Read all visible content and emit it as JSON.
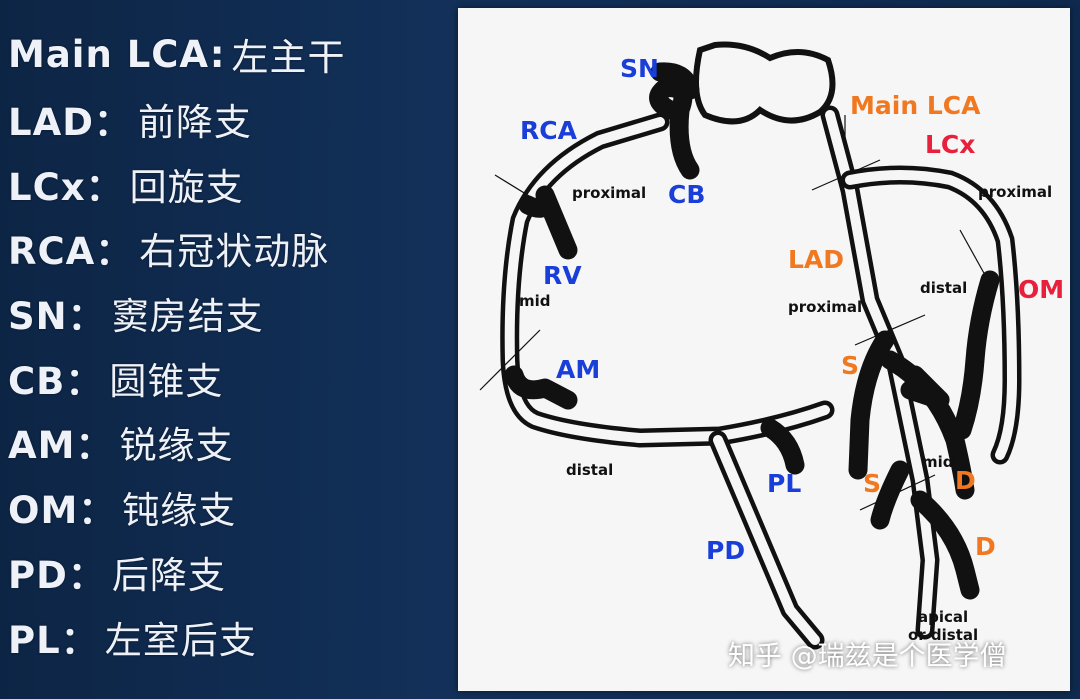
{
  "glossary": [
    {
      "abbr": "Main LCA:",
      "zh": "左主干"
    },
    {
      "abbr": "LAD：",
      "zh": "前降支"
    },
    {
      "abbr": "LCx：",
      "zh": "回旋支"
    },
    {
      "abbr": "RCA：",
      "zh": "右冠状动脉"
    },
    {
      "abbr": "SN：",
      "zh": "窦房结支"
    },
    {
      "abbr": "CB：",
      "zh": "圆锥支"
    },
    {
      "abbr": "AM：",
      "zh": "锐缘支"
    },
    {
      "abbr": "OM：",
      "zh": "钝缘支"
    },
    {
      "abbr": "PD：",
      "zh": "后降支"
    },
    {
      "abbr": "PL：",
      "zh": "左室后支"
    }
  ],
  "diagram": {
    "labels": {
      "sn": "SN",
      "rca": "RCA",
      "cb": "CB",
      "rv": "RV",
      "am": "AM",
      "pl": "PL",
      "pd": "PD",
      "main_lca": "Main LCA",
      "lcx": "LCx",
      "lad": "LAD",
      "om": "OM",
      "s1": "S",
      "s2": "S",
      "d1": "D",
      "d2": "D"
    },
    "segments": {
      "rca_proximal": "proximal",
      "rca_mid": "mid",
      "rca_distal": "distal",
      "lcx_proximal": "proximal",
      "lcx_distal": "distal",
      "lad_proximal": "proximal",
      "lad_mid": "mid",
      "lad_apical_1": "apical",
      "lad_apical_2": "or distal"
    },
    "colors": {
      "blue": "#1a3ed8",
      "orange": "#f07820",
      "red": "#e8203c"
    }
  },
  "watermark": "知乎 @瑞兹是个医学僧"
}
